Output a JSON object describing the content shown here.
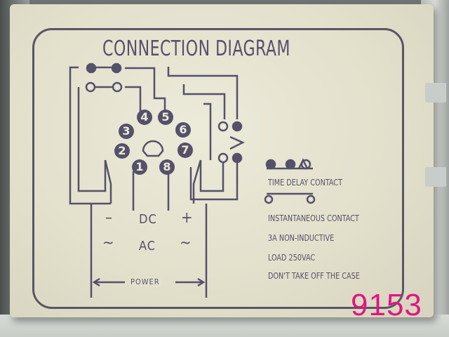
{
  "diagram": {
    "title": "CONNECTION DIAGRAM",
    "pins": [
      "1",
      "2",
      "3",
      "4",
      "5",
      "6",
      "7",
      "8"
    ],
    "power": {
      "minus_sign": "–",
      "dc_label": "DC",
      "plus_sign": "+",
      "tilde_left": "~",
      "ac_label": "AC",
      "tilde_right": "~",
      "label": "POWER"
    },
    "legend": {
      "time_delay": "TIME DELAY CONTACT",
      "instantaneous": "INSTANTANEOUS CONTACT",
      "rating": "3A NON-INDUCTIVE",
      "load": "LOAD 250VAC",
      "warning": "DON'T TAKE OFF THE CASE"
    }
  },
  "watermark": "9153",
  "colors": {
    "ink": "#55516a",
    "panel": "#e4e2cd",
    "watermark": "#e0177f"
  }
}
